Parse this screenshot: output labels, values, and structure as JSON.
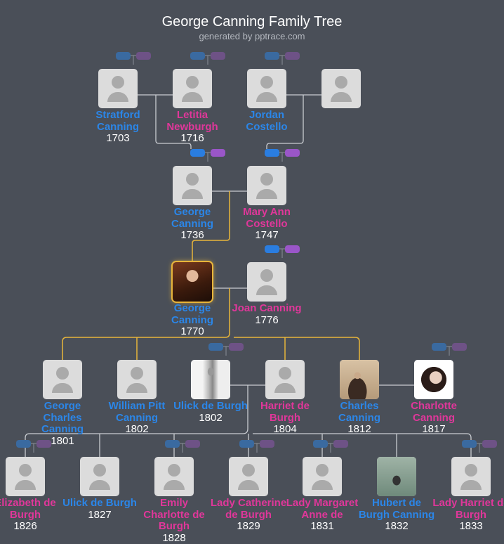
{
  "title": "George Canning Family Tree",
  "subtitle": "generated by pptrace.com",
  "colors": {
    "male": "#2b86e8",
    "female": "#e0379a",
    "focus_line": "#e8b53a",
    "background": "#4a4f58"
  },
  "people": [
    {
      "name": "Stratford Canning",
      "year": "1703",
      "gender": "m"
    },
    {
      "name": "Letitia Newburgh",
      "year": "1716",
      "gender": "f"
    },
    {
      "name": "Jordan Costello",
      "year": "",
      "gender": "m"
    },
    {
      "name": "",
      "year": "",
      "gender": "f"
    },
    {
      "name": "George Canning",
      "year": "1736",
      "gender": "m"
    },
    {
      "name": "Mary Ann Costello",
      "year": "1747",
      "gender": "f"
    },
    {
      "name": "George Canning",
      "year": "1770",
      "gender": "m",
      "photo": "portrait",
      "focus": true
    },
    {
      "name": "Joan Canning",
      "year": "1776",
      "gender": "f"
    },
    {
      "name": "George Charles Canning",
      "year": "1801",
      "gender": "m"
    },
    {
      "name": "William Pitt Canning",
      "year": "1802",
      "gender": "m"
    },
    {
      "name": "Ulick de Burgh",
      "year": "1802",
      "gender": "m",
      "photo": "sketch"
    },
    {
      "name": "Harriet de Burgh",
      "year": "1804",
      "gender": "f"
    },
    {
      "name": "Charles Canning",
      "year": "1812",
      "gender": "m",
      "photo": "sepia"
    },
    {
      "name": "Charlotte Canning",
      "year": "1817",
      "gender": "f",
      "photo": "portrait-lady"
    },
    {
      "name": "Elizabeth de Burgh",
      "year": "1826",
      "gender": "f"
    },
    {
      "name": "Ulick de Burgh",
      "year": "1827",
      "gender": "m"
    },
    {
      "name": "Emily Charlotte de Burgh",
      "year": "1828",
      "gender": "f"
    },
    {
      "name": "Lady Catherine de Burgh",
      "year": "1829",
      "gender": "f"
    },
    {
      "name": "Lady Margaret Anne de",
      "year": "1831",
      "gender": "f"
    },
    {
      "name": "Hubert de Burgh Canning",
      "year": "1832",
      "gender": "m",
      "photo": "caricature"
    },
    {
      "name": "Lady Harriet de Burgh",
      "year": "1833",
      "gender": "f"
    }
  ],
  "expand_buttons": {
    "father": "expand-father",
    "mother": "expand-mother"
  }
}
